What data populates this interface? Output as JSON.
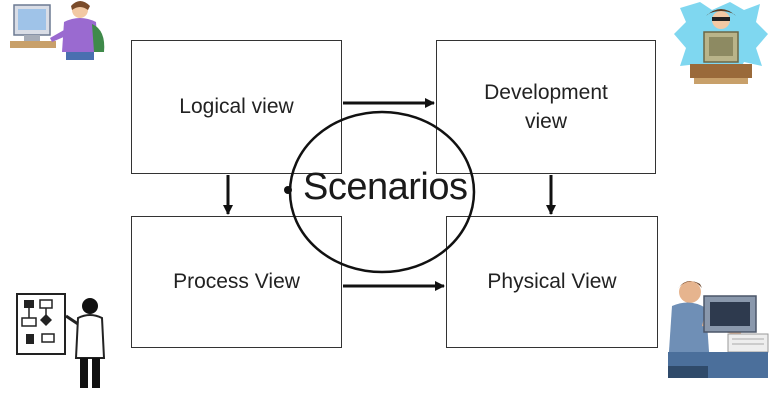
{
  "views": {
    "logical": "Logical view",
    "development": "Development\nview",
    "process": "Process View",
    "physical": "Physical View"
  },
  "scenarios": "Scenarios",
  "colors": {
    "stroke": "#111111",
    "box_border": "#333333",
    "text": "#222222"
  },
  "clipart": [
    "office-worker-at-computer-icon",
    "engineer-at-terminal-icon",
    "analyst-at-flowchart-icon",
    "technician-at-computer-icon"
  ]
}
